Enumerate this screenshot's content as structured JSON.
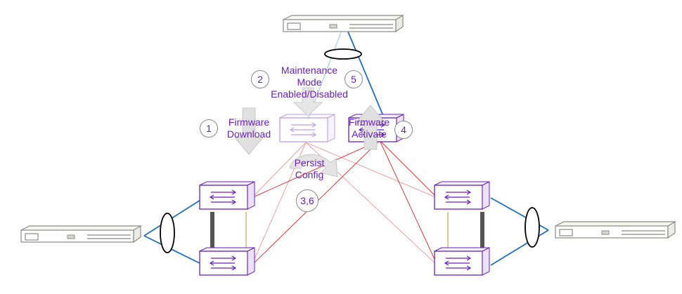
{
  "labels": {
    "maintenance": [
      "Maintenance",
      "Mode",
      "Enabled/Disabled"
    ],
    "firmware_download": [
      "Firmware",
      "Download"
    ],
    "firmware_activate": [
      "Firmware",
      "Activate"
    ],
    "persist_config": [
      "Persist",
      "Config"
    ]
  },
  "steps": {
    "one": "1",
    "two": "2",
    "four": "4",
    "five": "5",
    "three_six": "3,6"
  },
  "colors": {
    "label": "#6a1fc0",
    "switch_outline": "#6a1fc0",
    "link_blue": "#1f6fbf",
    "link_red": "#e23a3a",
    "link_pink": "#f2a0a0",
    "arrow_fill": "#e0e0e0",
    "server_outline": "#8a8a80"
  },
  "icons": {
    "server": "server-icon",
    "switch": "switch-icon",
    "lag": "lag-ellipse-icon",
    "process_arrow": "process-arrow-icon"
  }
}
